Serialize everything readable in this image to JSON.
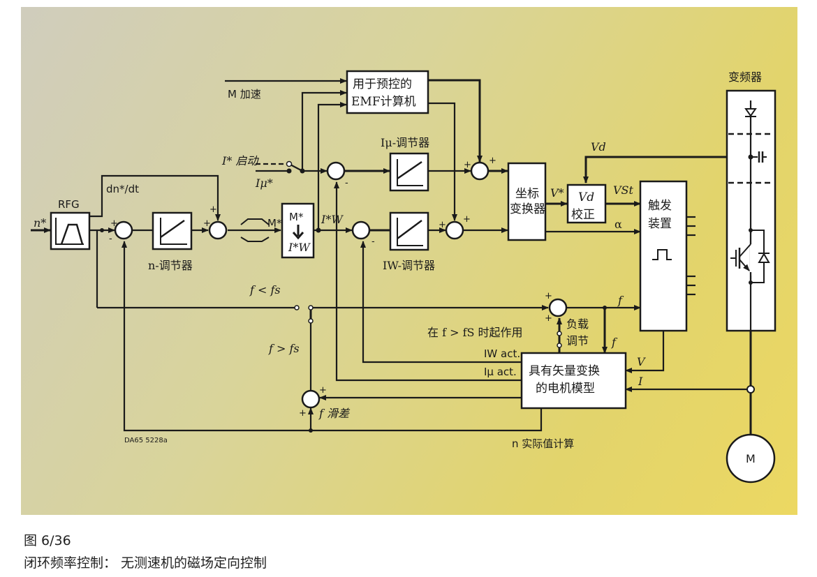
{
  "figure": {
    "number": "图 6/36",
    "title": "闭环频率控制： 无测速机的磁场定向控制",
    "drawing_id": "DA65 5228a"
  },
  "colors": {
    "background_top_left": "#d0cdbd",
    "background_bottom_right": "#ecd862",
    "line": "#1a1a1a",
    "block_fill": "#ffffff"
  },
  "blocks": {
    "rfg": {
      "label": "RFG"
    },
    "n_controller": {
      "label": "n-调节器"
    },
    "m_to_iw": {
      "top": "M*",
      "bottom": "I*W"
    },
    "emf_calc": {
      "line1": "用于预控的",
      "line2": "EMF计算机"
    },
    "imu_controller": {
      "label": "Iμ-调节器"
    },
    "iw_controller": {
      "label": "IW-调节器"
    },
    "coord_transform": {
      "line1": "坐标",
      "line2": "变换器"
    },
    "vd_correction": {
      "line1": "Vd",
      "line2": "校正"
    },
    "trigger": {
      "line1": "触发",
      "line2": "装置"
    },
    "motor_model": {
      "line1": "具有矢量变换",
      "line2": "的电机模型"
    },
    "inverter": {
      "label": "变频器"
    },
    "motor": {
      "label": "M"
    }
  },
  "signals": {
    "n_star": "n*",
    "dn_dt": "dn*/dt",
    "m_accel": "M 加速",
    "i_start": "I* 启动",
    "i_mu_star": "Iμ*",
    "m_star": "M*",
    "iw_star": "I*W",
    "v_star": "V*",
    "vd": "Vd",
    "vst": "VSt",
    "alpha": "α",
    "f_lt_fs": "f < fs",
    "f_gt_fs": "f > fs",
    "active_when": "在 f > fS 时起作用",
    "load_adjust_1": "负载",
    "load_adjust_2": "调节",
    "f": "f",
    "f2": "f",
    "iw_act": "IW act.",
    "imu_act": "Iμ act.",
    "v": "V",
    "i": "I",
    "f_slip": "f 滑差",
    "n_actual": "n 实际值计算"
  }
}
